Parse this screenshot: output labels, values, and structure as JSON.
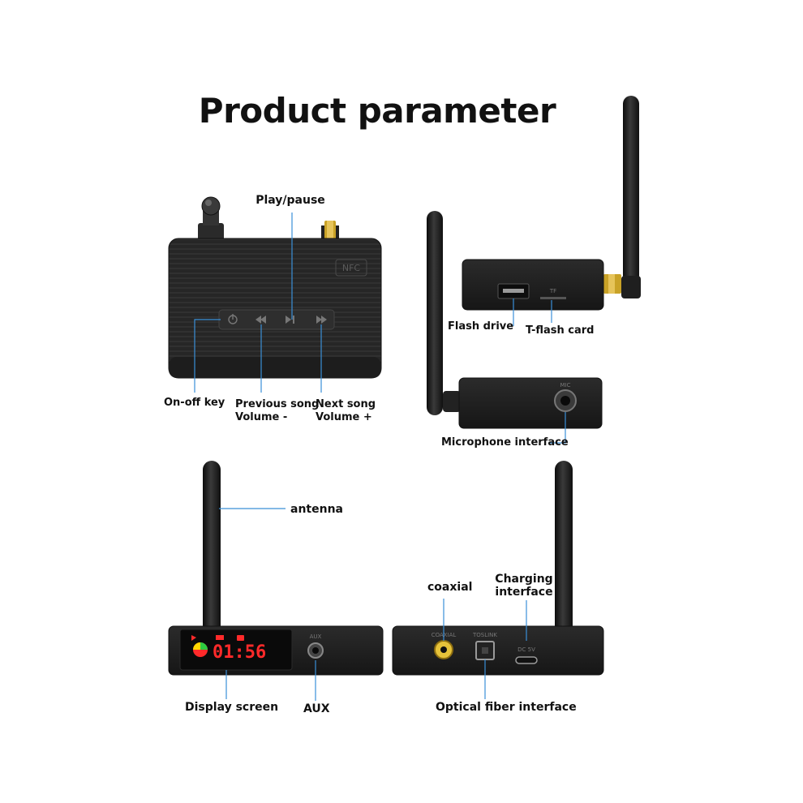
{
  "title": "Product parameter",
  "labels": {
    "play_pause": "Play/pause",
    "on_off_key": "On-off key",
    "previous_song": "Previous song",
    "volume_minus": "Volume -",
    "next_song": "Next song",
    "volume_plus": "Volume +",
    "flash_drive": "Flash drive",
    "t_flash_card": "T-flash card",
    "microphone_interface": "Microphone interface",
    "antenna": "antenna",
    "coaxial": "coaxial",
    "charging": "Charging",
    "interface": "interface",
    "display_screen": "Display screen",
    "aux": "AUX",
    "optical_fiber_interface": "Optical fiber interface"
  },
  "device_text": {
    "nfc": "NFC",
    "clock": "01:56",
    "aux_port": "AUX",
    "coaxial_port": "COAXIAL",
    "toslink_port": "TOSLINK",
    "dc_port": "DC 5V",
    "tf_slot": "TF",
    "mic_port": "MIC"
  },
  "colors": {
    "callout": "#3a8fd8",
    "device": "#1c1c1c",
    "display": "#ff2a2a",
    "gold": "#c9a227"
  }
}
